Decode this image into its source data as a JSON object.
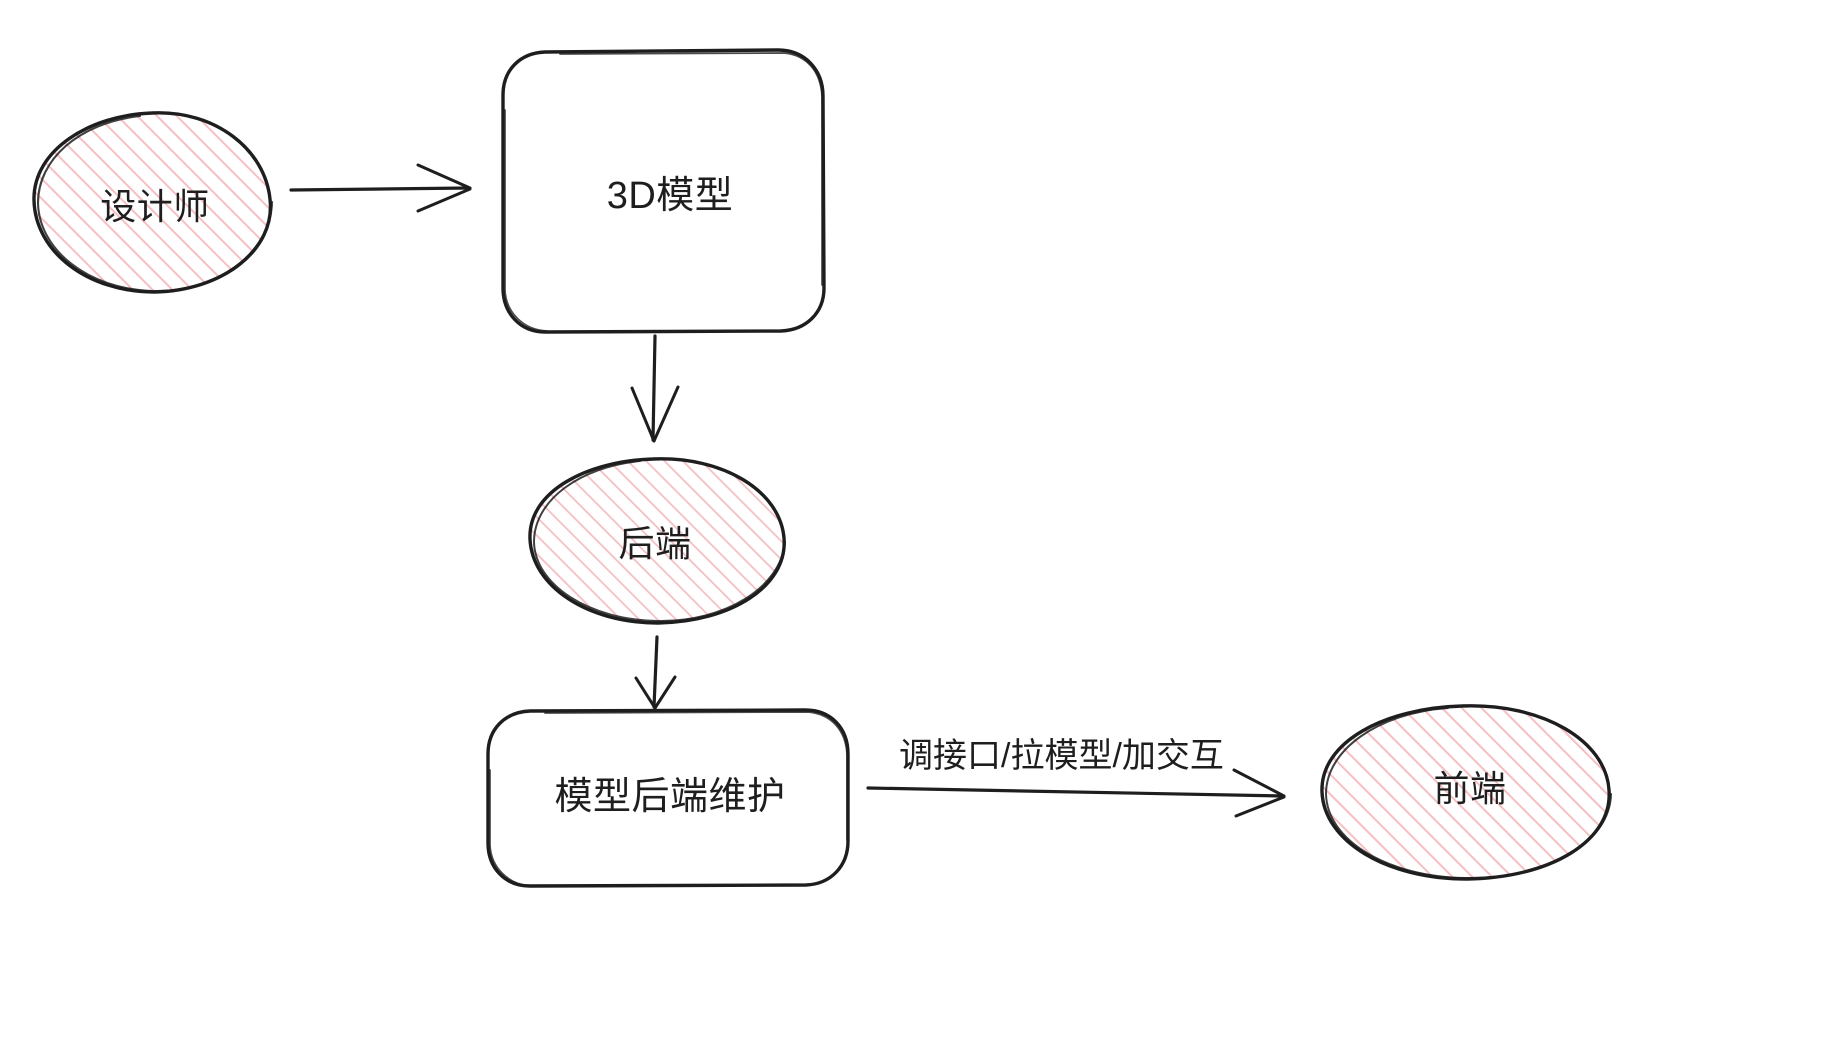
{
  "diagram": {
    "type": "flowchart",
    "style": "hand-drawn-sketch",
    "background_color": "#ffffff",
    "stroke_color": "#1e1e1e",
    "fill_color": "#f2a9ae",
    "fill_style": "hachure",
    "nodes": [
      {
        "id": "designer",
        "label": "设计师",
        "shape": "ellipse",
        "filled": true
      },
      {
        "id": "model3d",
        "label": "3D模型",
        "shape": "rounded-rectangle",
        "filled": false
      },
      {
        "id": "backend",
        "label": "后端",
        "shape": "ellipse",
        "filled": true
      },
      {
        "id": "maintain",
        "label": "模型后端维护",
        "shape": "rounded-rectangle",
        "filled": false
      },
      {
        "id": "frontend",
        "label": "前端",
        "shape": "ellipse",
        "filled": true
      }
    ],
    "edges": [
      {
        "id": "e1",
        "from": "designer",
        "to": "model3d",
        "label": "",
        "direction": "right"
      },
      {
        "id": "e2",
        "from": "model3d",
        "to": "backend",
        "label": "",
        "direction": "down"
      },
      {
        "id": "e3",
        "from": "backend",
        "to": "maintain",
        "label": "",
        "direction": "down"
      },
      {
        "id": "e4",
        "from": "maintain",
        "to": "frontend",
        "label": "调接口/拉模型/加交互",
        "direction": "right"
      }
    ]
  }
}
